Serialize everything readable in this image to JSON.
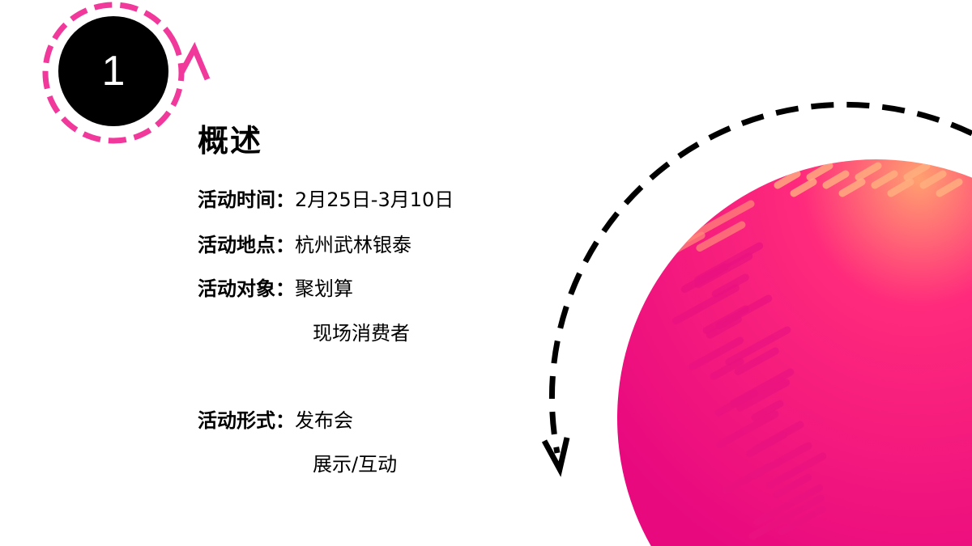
{
  "badge": {
    "number": "1",
    "ring_color": "#f0399b"
  },
  "title": "概述",
  "details": [
    {
      "label": "活动时间：",
      "values": [
        "2月25日-3月10日"
      ]
    },
    {
      "label": "活动地点：",
      "values": [
        "杭州武林银泰"
      ]
    },
    {
      "label": "活动对象：",
      "values": [
        "聚划算",
        "现场消费者"
      ]
    },
    {
      "label": "活动形式：",
      "values": [
        "发布会",
        "展示/互动"
      ]
    }
  ],
  "decor": {
    "sphere_color": "#ff2080",
    "sphere_highlight": "#ffa070",
    "arc_color": "#000000"
  }
}
